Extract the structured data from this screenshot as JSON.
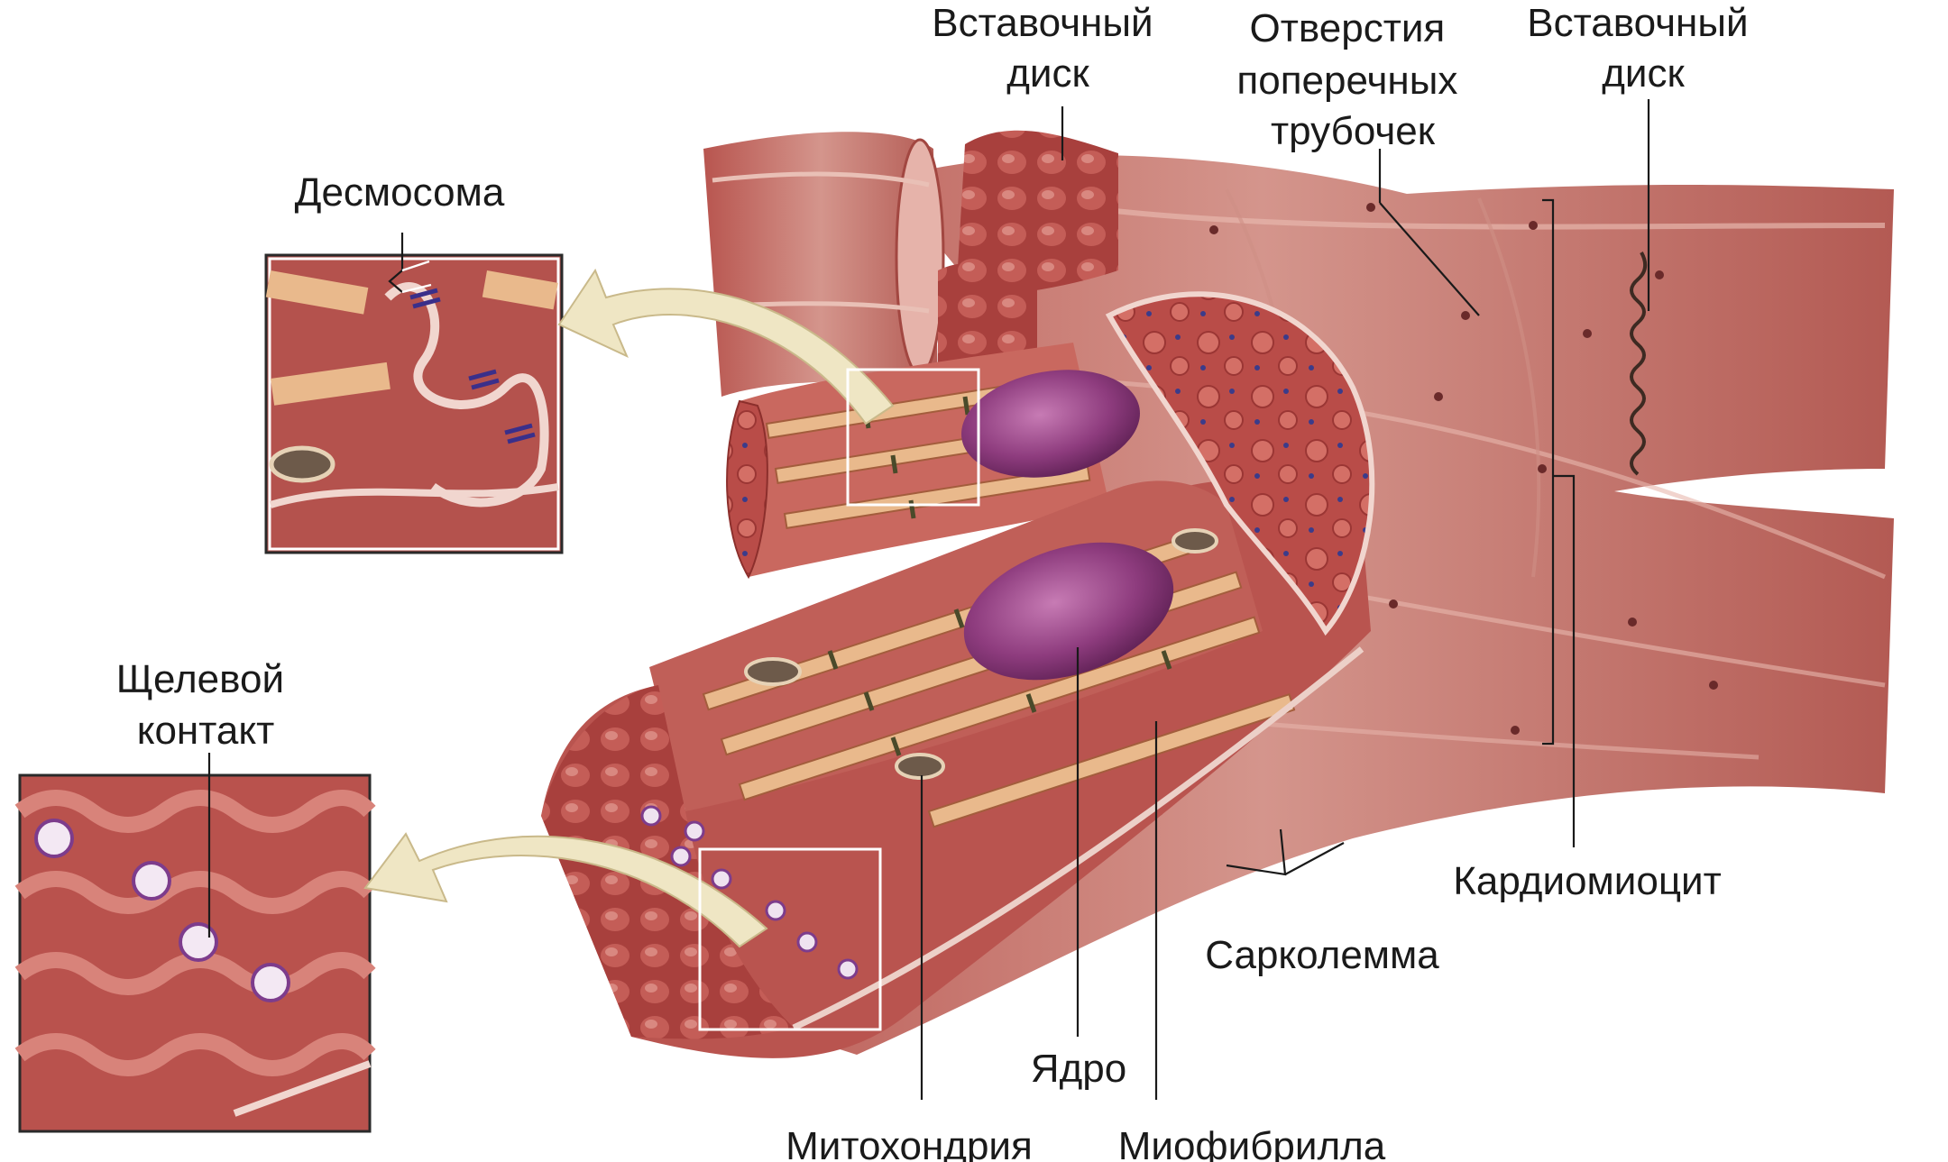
{
  "labels": {
    "intercalated_disc_1": [
      "Вставочный",
      "диск"
    ],
    "t_tubule_openings": [
      "Отверстия",
      "поперечных",
      "трубочек"
    ],
    "intercalated_disc_2": [
      "Вставочный",
      "диск"
    ],
    "desmosome": "Десмосома",
    "gap_junction": [
      "Щелевой",
      "контакт"
    ],
    "cardiomyocyte": "Кардиомиоцит",
    "sarcolemma": "Сарколемма",
    "nucleus": "Ядро",
    "mitochondrion": "Митохондрия",
    "myofibril": "Миофибрилла"
  },
  "colors": {
    "muscle": "#b9544f",
    "muscle_dark": "#8c2f2c",
    "muscle_light": "#d99a90",
    "membrane": "#e6c8bf",
    "nucleus": "#8e3c7e",
    "myofibril": "#e9b98c",
    "arrow": "#efe6c4"
  },
  "icons": [
    "desmosome-icon",
    "gap-junction-icon",
    "mitochondrion-icon",
    "nucleus-icon",
    "t-tubule-icon"
  ]
}
